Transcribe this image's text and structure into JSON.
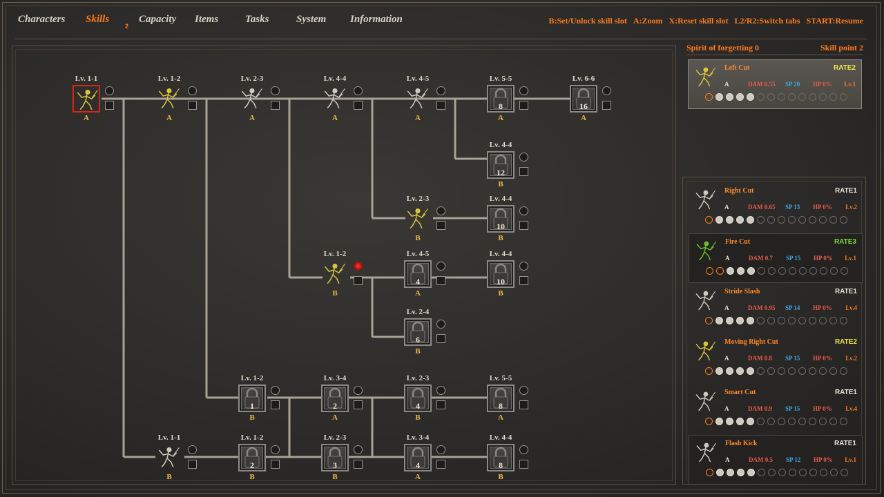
{
  "nav": {
    "tabs": [
      {
        "label": "Characters"
      },
      {
        "label": "Skills",
        "badge": "2",
        "active": true
      },
      {
        "label": "Capacity"
      },
      {
        "label": "Items"
      },
      {
        "label": "Tasks"
      },
      {
        "label": "System"
      },
      {
        "label": "Information"
      }
    ],
    "hints": [
      "B:Set/Unlock skill slot",
      "A:Zoom",
      "X:Reset skill slot",
      "L2/R2:Switch tabs",
      "START:Resume"
    ]
  },
  "status": {
    "spirit_of_forgetting": "Spirit of forgetting 0",
    "skill_point": "Skill point 2"
  },
  "colors": {
    "accent": "#ff7a1a",
    "rate2": "#f0e34a",
    "rate3": "#7bd83a",
    "rate1": "#e9e3d6",
    "dam": "#e65a4b",
    "sp": "#3fa8e0",
    "selected": "#d4251f"
  },
  "tree": {
    "nodes": [
      {
        "lv": "Lv. 1-1",
        "grade": "A",
        "kind": "skill",
        "icon": "left-cut-icon",
        "color": "#d8c43a",
        "selected": true
      },
      {
        "lv": "Lv. 1-2",
        "grade": "A",
        "kind": "skill",
        "icon": "moving-right-cut-icon",
        "color": "#d8c43a"
      },
      {
        "lv": "Lv. 2-3",
        "grade": "A",
        "kind": "skill",
        "icon": "right-cut-icon",
        "color": "#cfcac0"
      },
      {
        "lv": "Lv. 4-4",
        "grade": "A",
        "kind": "skill",
        "icon": "smart-cut-icon",
        "color": "#cfcac0"
      },
      {
        "lv": "Lv. 4-5",
        "grade": "A",
        "kind": "skill",
        "icon": "stride-slash-icon",
        "color": "#cfcac0"
      },
      {
        "lv": "Lv. 5-5",
        "grade": "A",
        "kind": "locked",
        "cost": "8"
      },
      {
        "lv": "Lv. 6-6",
        "grade": "A",
        "kind": "locked",
        "cost": "16"
      },
      {
        "lv": "Lv. 4-4",
        "grade": "B",
        "kind": "locked",
        "cost": "12"
      },
      {
        "lv": "Lv. 2-3",
        "grade": "B",
        "kind": "skill",
        "icon": "moving-right-cut-icon",
        "color": "#d8c43a"
      },
      {
        "lv": "Lv. 4-4",
        "grade": "B",
        "kind": "locked",
        "cost": "10"
      },
      {
        "lv": "Lv. 1-2",
        "grade": "B",
        "kind": "skill",
        "icon": "moving-right-cut-icon",
        "color": "#d8c43a",
        "alert": true
      },
      {
        "lv": "Lv. 4-5",
        "grade": "A",
        "kind": "locked",
        "cost": "4"
      },
      {
        "lv": "Lv. 4-4",
        "grade": "B",
        "kind": "locked",
        "cost": "10"
      },
      {
        "lv": "Lv. 2-4",
        "grade": "B",
        "kind": "locked",
        "cost": "6"
      },
      {
        "lv": "Lv. 1-2",
        "grade": "B",
        "kind": "locked",
        "cost": "1"
      },
      {
        "lv": "Lv. 3-4",
        "grade": "A",
        "kind": "locked",
        "cost": "2"
      },
      {
        "lv": "Lv. 2-3",
        "grade": "B",
        "kind": "locked",
        "cost": "4"
      },
      {
        "lv": "Lv. 5-5",
        "grade": "A",
        "kind": "locked",
        "cost": "8"
      },
      {
        "lv": "Lv. 1-1",
        "grade": "B",
        "kind": "skill",
        "icon": "flash-kick-icon",
        "color": "#cfcac0"
      },
      {
        "lv": "Lv. 1-2",
        "grade": "B",
        "kind": "locked",
        "cost": "2"
      },
      {
        "lv": "Lv. 2-3",
        "grade": "B",
        "kind": "locked",
        "cost": "3"
      },
      {
        "lv": "Lv. 3-4",
        "grade": "A",
        "kind": "locked",
        "cost": "4"
      },
      {
        "lv": "Lv. 4-4",
        "grade": "B",
        "kind": "locked",
        "cost": "8"
      }
    ]
  },
  "equipped": {
    "name": "Left Cut",
    "rate": "RATE2",
    "rate_color": "#f0e34a",
    "grade": "A",
    "dam": "DAM 0.55",
    "sp": "SP 20",
    "hp": "HP 0%",
    "lvl": "Lv.1",
    "icon": "left-cut-icon",
    "icon_color": "#d8c43a",
    "affinities": [
      "or",
      "on",
      "on",
      "on",
      "on",
      "off",
      "off",
      "off",
      "off",
      "off",
      "off",
      "off",
      "off",
      "off"
    ]
  },
  "skill_list": [
    {
      "name": "Right Cut",
      "rate": "RATE1",
      "rate_color": "#e9e3d6",
      "grade": "A",
      "dam": "DAM 0.65",
      "sp": "SP 13",
      "hp": "HP 0%",
      "lvl": "Lv.2",
      "icon": "right-cut-icon",
      "icon_color": "#cfcac0",
      "affinities": [
        "or",
        "on",
        "on",
        "on",
        "on",
        "off",
        "off",
        "off",
        "off",
        "off",
        "off",
        "off",
        "off",
        "off"
      ]
    },
    {
      "name": "Fire Cut",
      "rate": "RATE3",
      "rate_color": "#7bd83a",
      "grade": "A",
      "dam": "DAM 0.7",
      "sp": "SP 15",
      "hp": "HP 0%",
      "lvl": "Lv.1",
      "icon": "fire-cut-icon",
      "icon_color": "#6bbf2a",
      "affinities": [
        "or",
        "or",
        "on",
        "on",
        "on",
        "off",
        "off",
        "off",
        "off",
        "off",
        "off",
        "off",
        "off",
        "off"
      ],
      "highlight": true
    },
    {
      "name": "Stride Slash",
      "rate": "RATE1",
      "rate_color": "#e9e3d6",
      "grade": "A",
      "dam": "DAM 0.95",
      "sp": "SP 14",
      "hp": "HP 0%",
      "lvl": "Lv.4",
      "icon": "stride-slash-icon",
      "icon_color": "#cfcac0",
      "affinities": [
        "or",
        "on",
        "on",
        "on",
        "on",
        "off",
        "off",
        "off",
        "off",
        "off",
        "off",
        "off",
        "off",
        "off"
      ]
    },
    {
      "name": "Moving Right Cut",
      "rate": "RATE2",
      "rate_color": "#f0e34a",
      "grade": "A",
      "dam": "DAM 0.8",
      "sp": "SP 15",
      "hp": "HP 0%",
      "lvl": "Lv.2",
      "icon": "moving-right-cut-icon",
      "icon_color": "#d8c43a",
      "affinities": [
        "or",
        "on",
        "on",
        "on",
        "on",
        "off",
        "off",
        "off",
        "off",
        "off",
        "off",
        "off",
        "off",
        "off"
      ]
    },
    {
      "name": "Smart Cut",
      "rate": "RATE1",
      "rate_color": "#e9e3d6",
      "grade": "A",
      "dam": "DAM 0.9",
      "sp": "SP 15",
      "hp": "HP 0%",
      "lvl": "Lv.4",
      "icon": "smart-cut-icon",
      "icon_color": "#cfcac0",
      "affinities": [
        "or",
        "on",
        "on",
        "on",
        "on",
        "off",
        "off",
        "off",
        "off",
        "off",
        "off",
        "off",
        "off",
        "off"
      ]
    },
    {
      "name": "Flash Kick",
      "rate": "RATE1",
      "rate_color": "#e9e3d6",
      "grade": "A",
      "dam": "DAM 0.5",
      "sp": "SP 12",
      "hp": "HP 0%",
      "lvl": "Lv.1",
      "icon": "flash-kick-icon",
      "icon_color": "#cfcac0",
      "affinities": [
        "or",
        "on",
        "on",
        "on",
        "on",
        "off",
        "off",
        "off",
        "off",
        "off",
        "off",
        "off",
        "off",
        "off"
      ],
      "highlight": true
    }
  ]
}
